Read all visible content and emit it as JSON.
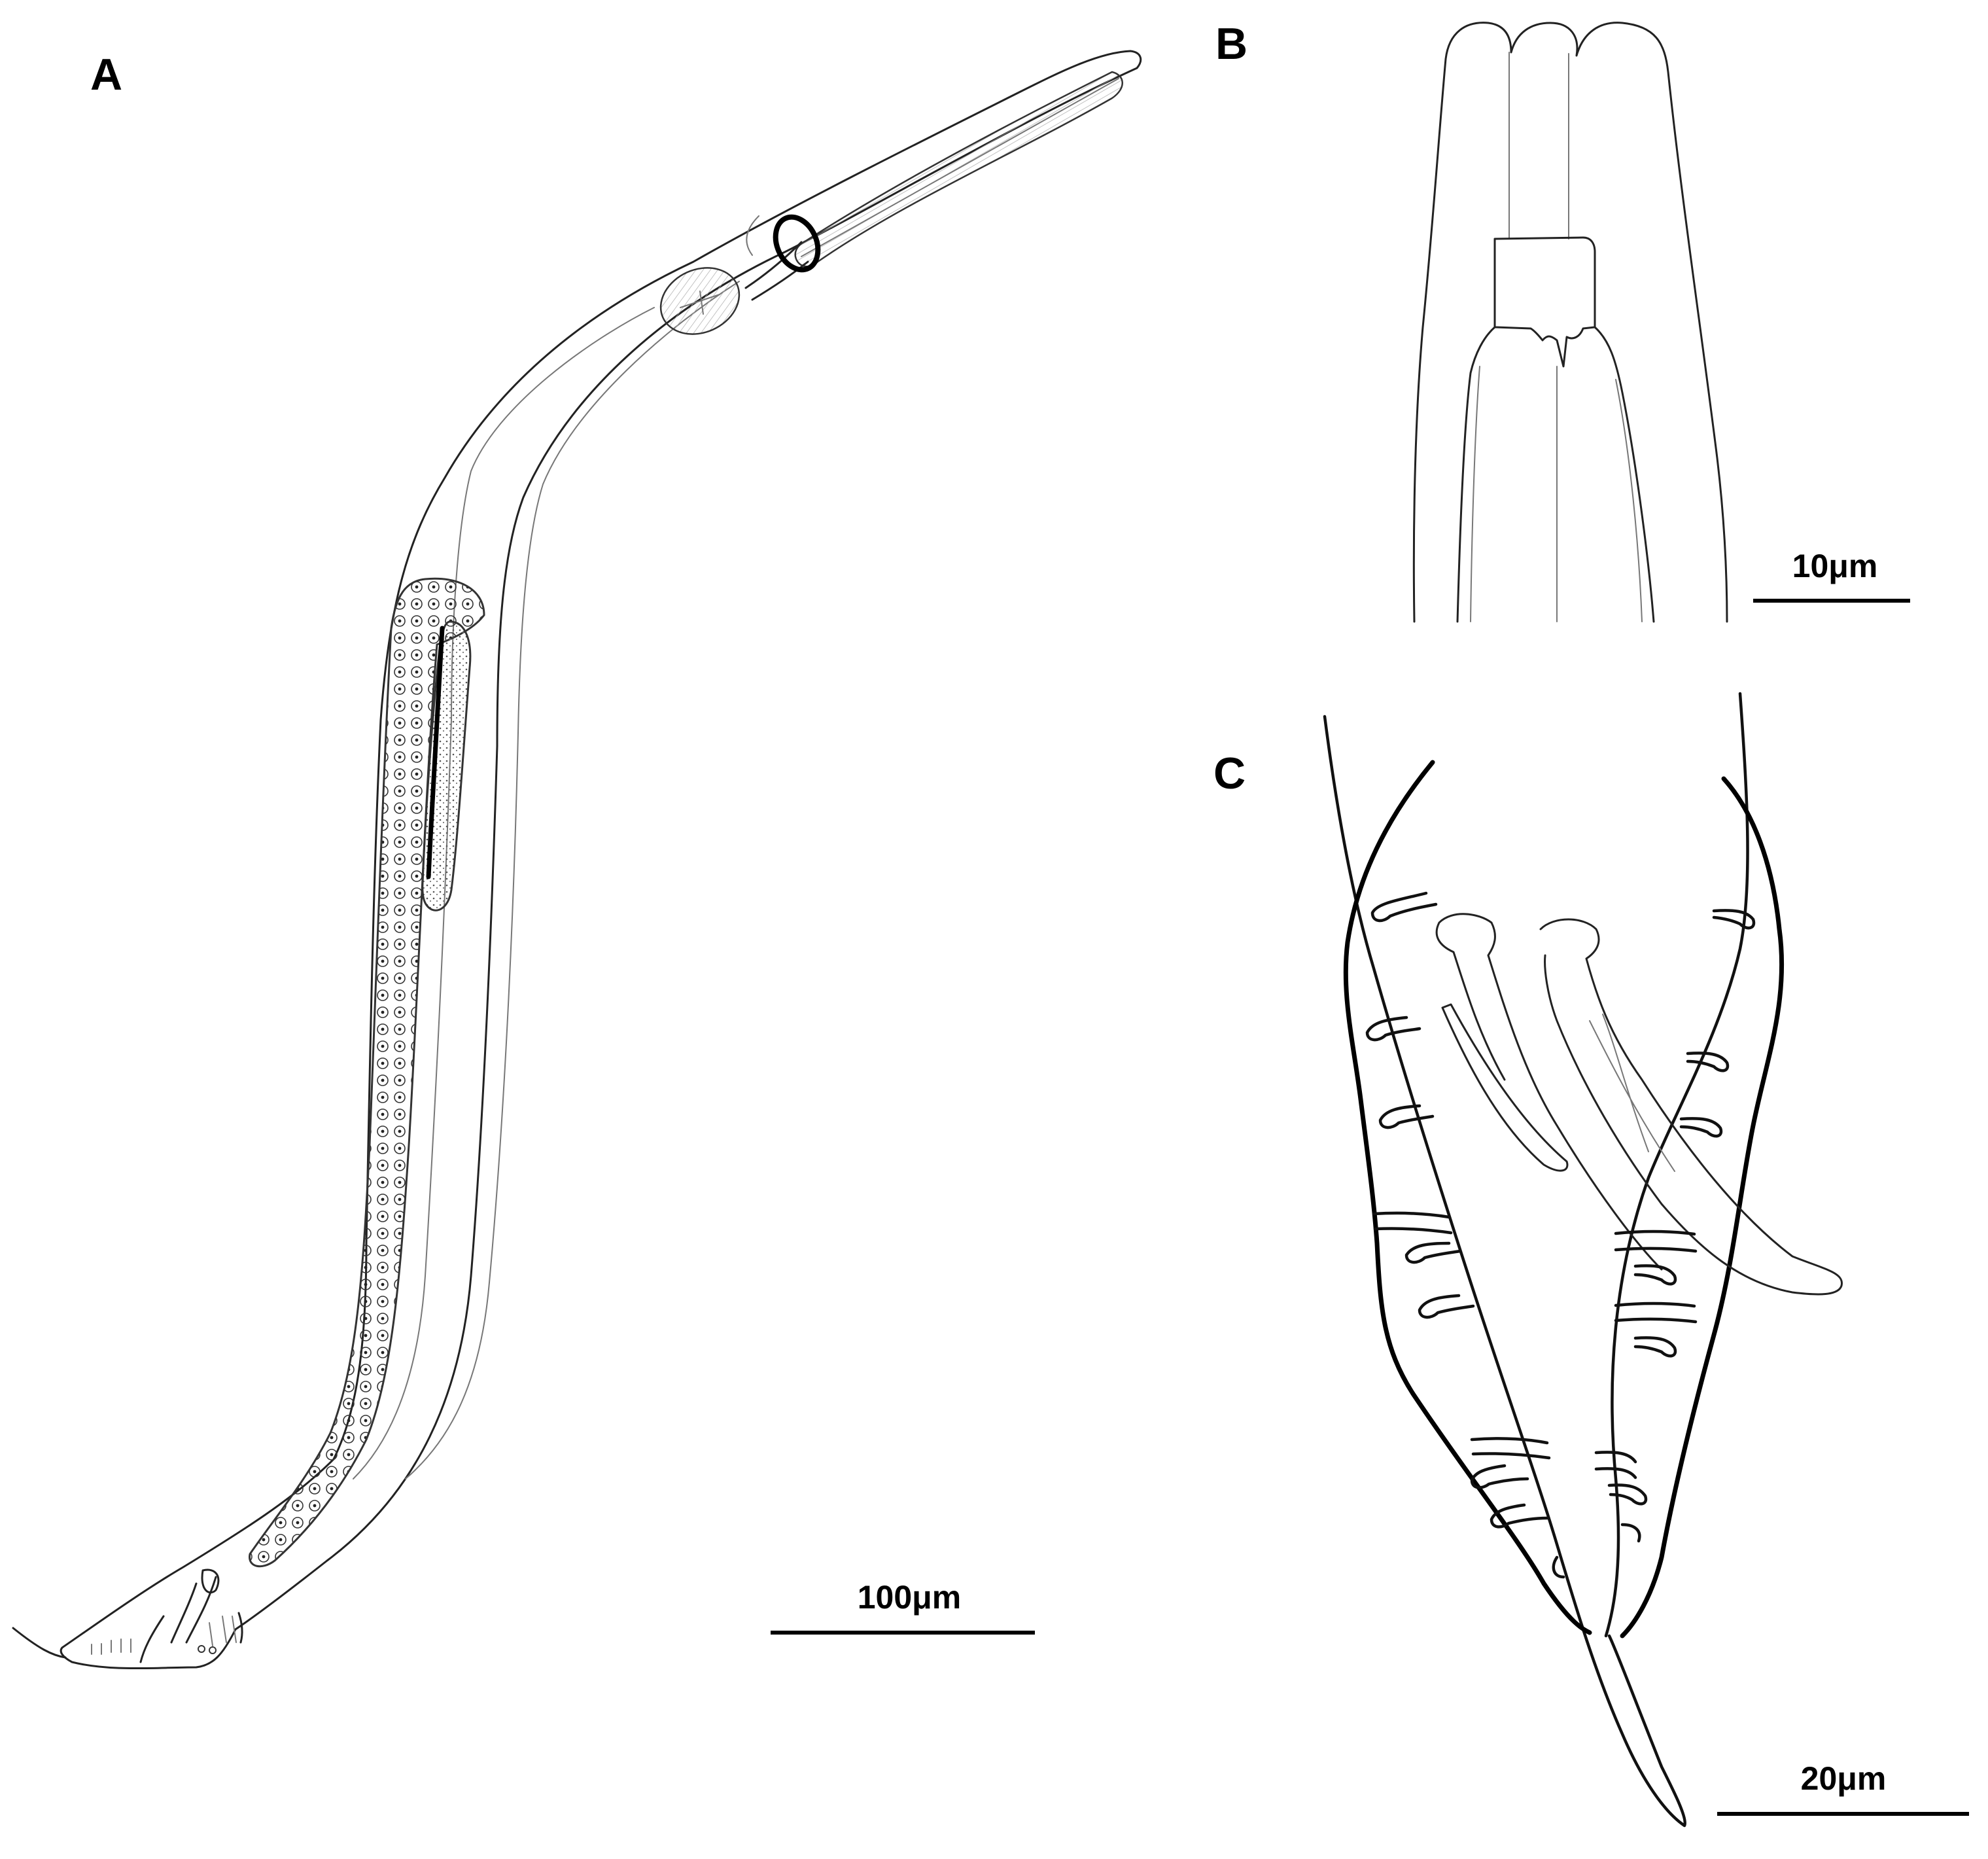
{
  "panels": {
    "a": {
      "label": "A",
      "scale_label": "100μm"
    },
    "b": {
      "label": "B",
      "scale_label": "10μm"
    },
    "c": {
      "label": "C",
      "scale_label": "20μm"
    }
  },
  "colors": {
    "ink": "#000000",
    "background": "#ffffff"
  }
}
